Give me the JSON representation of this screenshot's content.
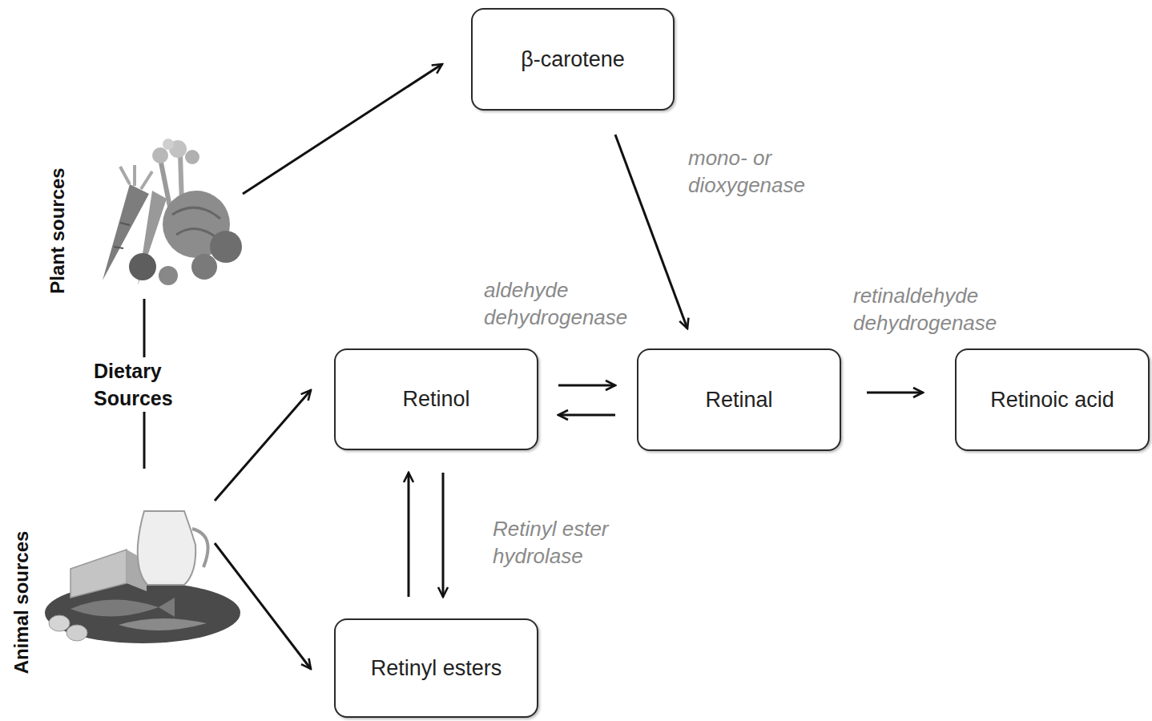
{
  "diagram": {
    "nodes": [
      {
        "text": [
          "Plant sources"
        ]
      },
      {
        "text": [
          "β-carotene"
        ]
      },
      {
        "text": [
          "Retinol"
        ]
      },
      {
        "text": [
          "Retinal"
        ]
      },
      {
        "text": [
          "Retinoic acid"
        ]
      },
      {
        "text": [
          "Animal sources"
        ]
      },
      {
        "text": [
          "Retinyl esters"
        ]
      }
    ],
    "edges": [
      {
        "from": 0,
        "to": 1,
        "arrow": "to"
      },
      {
        "from": 0,
        "to": 5,
        "label": "Dietary Sources",
        "arrow": "none"
      },
      {
        "from": 1,
        "to": 3,
        "label": "mono- or dioxygenase",
        "arrow": "to"
      },
      {
        "from": 2,
        "to": 3,
        "label": "aldehyde dehydrogenase",
        "arrow": "to"
      },
      {
        "from": 3,
        "to": 2,
        "arrow": "to"
      },
      {
        "from": 3,
        "to": 4,
        "label": "retinaldehyde dehydrogenase",
        "arrow": "to"
      },
      {
        "from": 5,
        "to": 2,
        "arrow": "to"
      },
      {
        "from": 5,
        "to": 6,
        "arrow": "to"
      },
      {
        "from": 6,
        "to": 2,
        "arrow": "to"
      },
      {
        "from": 2,
        "to": 6,
        "label": "Retinyl ester hydrolase",
        "arrow": "to"
      }
    ]
  }
}
